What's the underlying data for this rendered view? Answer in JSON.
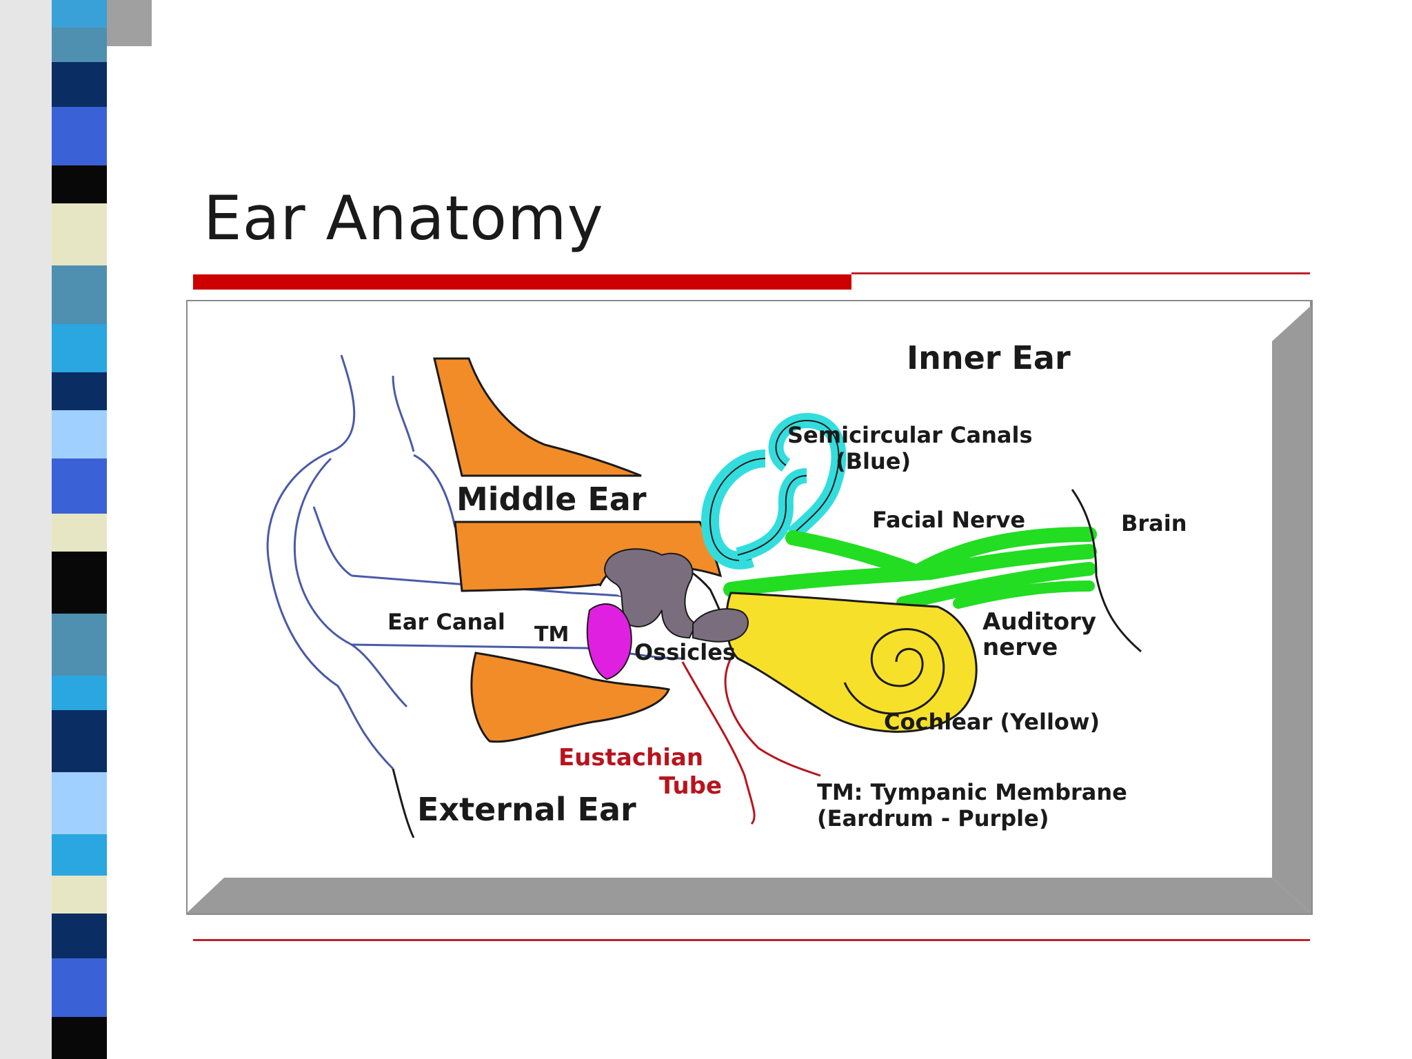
{
  "slide": {
    "title": "Ear Anatomy"
  },
  "diagram": {
    "labels": {
      "inner_ear": "Inner Ear",
      "semicircular_canals": "Semicircular Canals",
      "semicircular_canals_note": "(Blue)",
      "middle_ear": "Middle Ear",
      "facial_nerve": "Facial Nerve",
      "brain": "Brain",
      "ear_canal": "Ear Canal",
      "tm": "TM",
      "ossicles": "Ossicles",
      "auditory_nerve_1": "Auditory",
      "auditory_nerve_2": "nerve",
      "cochlear": "Cochlear (Yellow)",
      "eustachian_1": "Eustachian",
      "eustachian_2": "Tube",
      "external_ear": "External Ear",
      "tm_legend_1": "TM:  Tympanic Membrane",
      "tm_legend_2": "(Eardrum - Purple)"
    }
  },
  "colors": {
    "accent_red": "#cc0000",
    "bone_orange": "#f28c28",
    "canal_cyan": "#33dddd",
    "nerve_green": "#22dd22",
    "cochlea_yellow": "#f7e02a",
    "eardrum_purple": "#e020e0",
    "ossicles_gray": "#7a6e7e",
    "eustachian_red": "#b8141e",
    "outline_blue": "#4a5aa8"
  }
}
